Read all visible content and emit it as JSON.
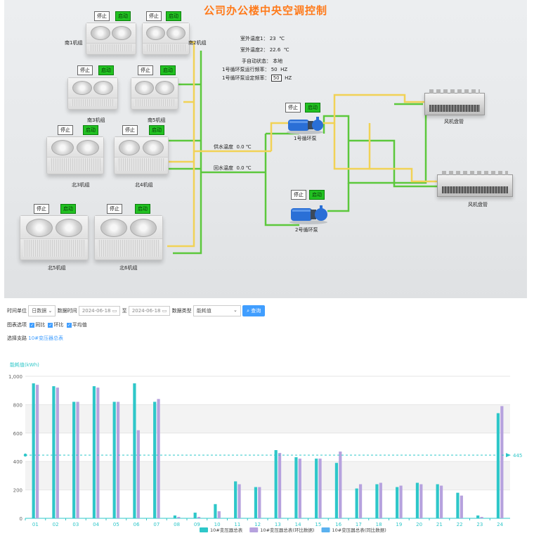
{
  "scada": {
    "title": "公司办公楼中央空调控制",
    "stop_label": "停止",
    "start_label": "启动",
    "chillers": [
      {
        "name": "南1机组"
      },
      {
        "name": "南2机组"
      },
      {
        "name": "南3机组"
      },
      {
        "name": "南5机组"
      },
      {
        "name": "北3机组"
      },
      {
        "name": "北4机组"
      },
      {
        "name": "北5机组"
      },
      {
        "name": "北6机组"
      }
    ],
    "info": {
      "outdoor_temp1_label": "室外温度1：",
      "outdoor_temp1_value": "23",
      "outdoor_temp1_unit": "℃",
      "outdoor_temp2_label": "室外温度2：",
      "outdoor_temp2_value": "22.6",
      "outdoor_temp2_unit": "℃",
      "mode_label": "手自动状态：",
      "mode_value": "本地",
      "pump1_freq_label": "1号循环泵运行频率：",
      "pump1_freq_value": "50",
      "pump1_freq_unit": "HZ",
      "pump1_set_label": "1号循环泵设定频率：",
      "pump1_set_value": "50",
      "pump1_set_unit": "HZ"
    },
    "supply_temp_label": "供水温度",
    "supply_temp_value": "0.0 ℃",
    "return_temp_label": "回水温度",
    "return_temp_value": "0.0 ℃",
    "pump1_name": "1号循环泵",
    "pump2_name": "2号循环泵",
    "fancoil1_name": "风机盘管",
    "fancoil2_name": "风机盘管"
  },
  "controls": {
    "time_unit_label": "时间单位",
    "time_unit_value": "日数据",
    "data_time_label": "数据时间",
    "start_date": "2024-06-18",
    "to_label": "至",
    "end_date": "2024-06-18",
    "data_type_label": "数据类型",
    "data_type_value": "能耗值",
    "query_label": "查询",
    "chart_options_label": "图表选项",
    "opt_yoy": "同比",
    "opt_mom": "环比",
    "opt_avg": "平均值",
    "select_branch_label": "选择支路",
    "branch_value": "10#变压器总表"
  },
  "chart_data": {
    "type": "bar",
    "ylabel": "能耗值(kWh)",
    "ylim": [
      0,
      1000
    ],
    "yticks": [
      "0",
      "200",
      "400",
      "600",
      "800",
      "1,000"
    ],
    "categories": [
      "01",
      "02",
      "03",
      "04",
      "05",
      "06",
      "07",
      "08",
      "09",
      "10",
      "11",
      "12",
      "13",
      "14",
      "15",
      "16",
      "17",
      "18",
      "19",
      "20",
      "21",
      "22",
      "23",
      "24"
    ],
    "series": [
      {
        "name": "10#变压器总表",
        "color": "#2ec7c9",
        "values": [
          950,
          930,
          820,
          930,
          820,
          950,
          820,
          20,
          40,
          100,
          260,
          220,
          480,
          430,
          420,
          390,
          210,
          240,
          220,
          250,
          240,
          180,
          20,
          740
        ]
      },
      {
        "name": "10#变压器总表(环比数据)",
        "color": "#b6a2de",
        "values": [
          940,
          920,
          820,
          920,
          820,
          620,
          840,
          10,
          10,
          50,
          240,
          220,
          460,
          420,
          420,
          470,
          240,
          250,
          230,
          240,
          230,
          160,
          10,
          790
        ]
      },
      {
        "name": "10#变压器总表(同比数据)",
        "color": "#5ab1ef",
        "values": []
      }
    ],
    "average": 445,
    "average_label": "445",
    "grid": true,
    "legend": "bottom"
  }
}
